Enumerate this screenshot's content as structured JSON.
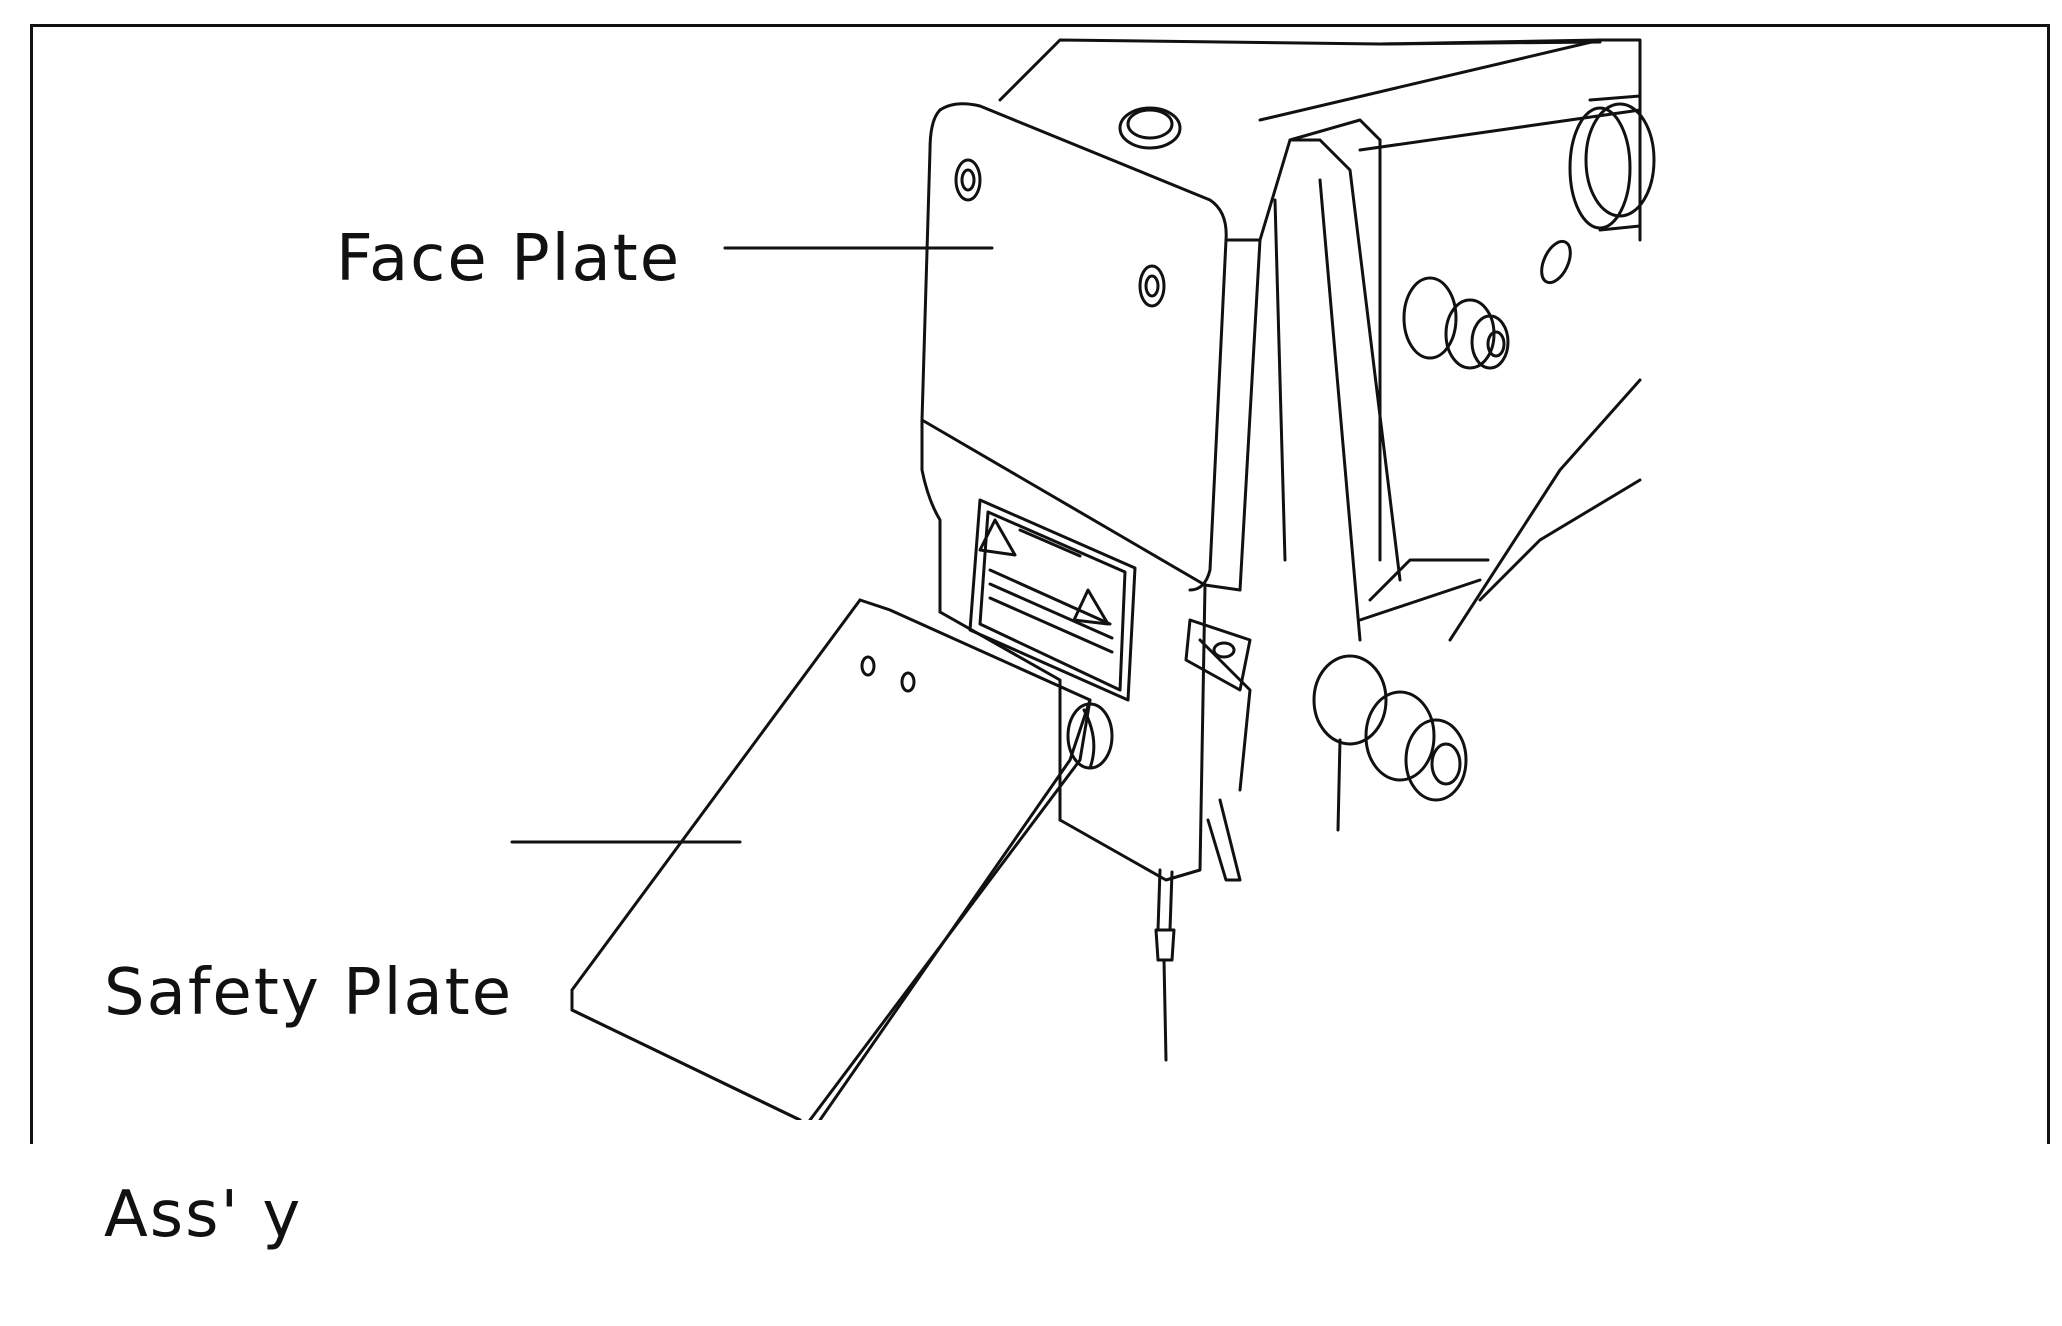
{
  "callouts": {
    "face_plate": "Face Plate",
    "safety_plate_line1": "Safety Plate",
    "safety_plate_line2": "Ass' y"
  }
}
